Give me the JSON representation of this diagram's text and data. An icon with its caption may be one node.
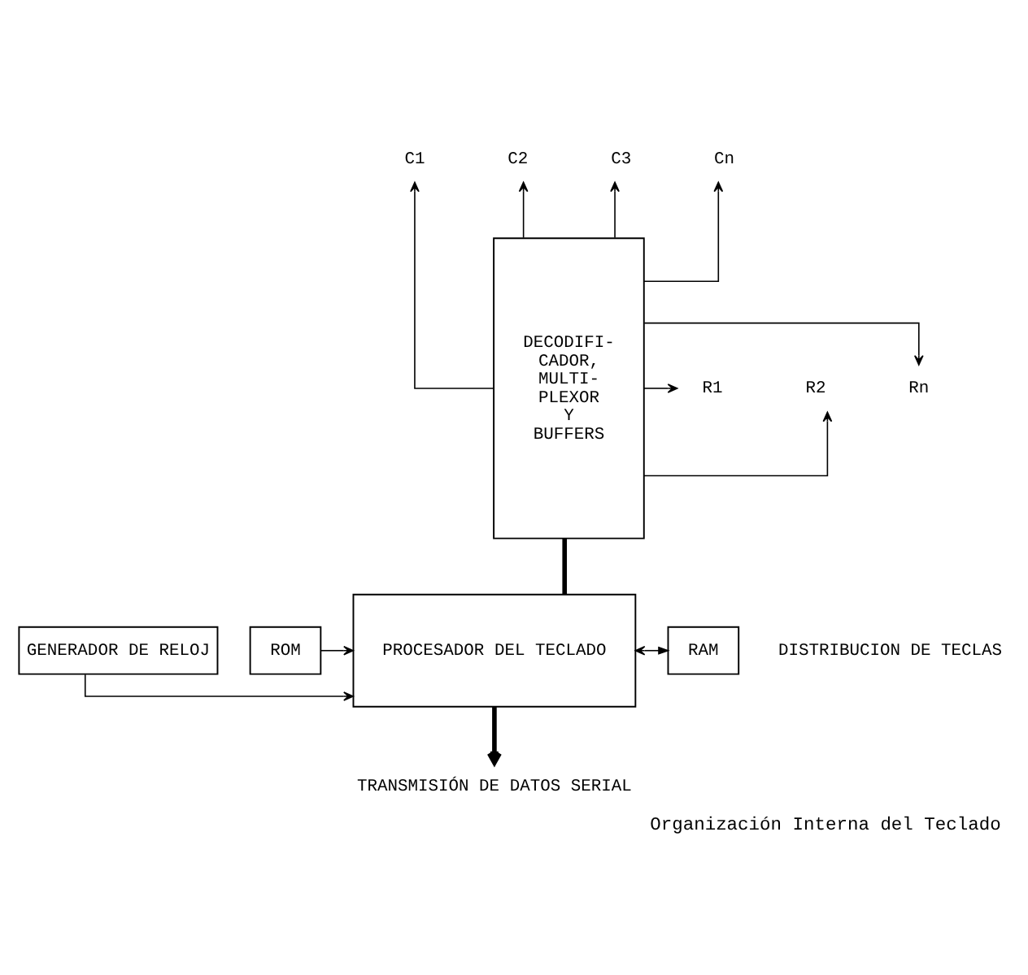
{
  "diagram": {
    "caption": "Organización Interna del Teclado",
    "nodes": [
      {
        "text": [
          "DECODIFI- CADOR, MULTI- PLEXOR Y BUFFERS"
        ]
      },
      {
        "text": [
          "C1"
        ]
      },
      {
        "text": [
          "C2"
        ]
      },
      {
        "text": [
          "C3"
        ]
      },
      {
        "text": [
          "Cn"
        ]
      },
      {
        "text": [
          "R1"
        ]
      },
      {
        "text": [
          "R2"
        ]
      },
      {
        "text": [
          "Rn"
        ]
      },
      {
        "text": [
          "PROCESADOR DEL TECLADO"
        ]
      },
      {
        "text": [
          "GENERADOR DE RELOJ"
        ]
      },
      {
        "text": [
          "ROM"
        ]
      },
      {
        "text": [
          "RAM"
        ]
      },
      {
        "text": [
          "TRANSMISIÓN DE DATOS SERIAL"
        ]
      }
    ],
    "edges": [
      {
        "from": 0,
        "to": 5,
        "arrow": "to"
      },
      {
        "from": 0,
        "to": 6,
        "arrow": "to"
      },
      {
        "from": 0,
        "to": 7,
        "arrow": "to"
      },
      {
        "from": 0,
        "to": 4,
        "arrow": "to"
      },
      {
        "from": 0,
        "to": 3,
        "arrow": "to"
      },
      {
        "from": 0,
        "to": 2,
        "arrow": "to"
      },
      {
        "from": 0,
        "to": 1,
        "arrow": "to"
      },
      {
        "from": 0,
        "to": 8,
        "arrow": "none",
        "style": "thick"
      },
      {
        "from": 9,
        "to": 8,
        "arrow": "to"
      },
      {
        "from": 10,
        "to": 8,
        "arrow": "to"
      },
      {
        "from": 8,
        "to": 11,
        "arrow": "both"
      },
      {
        "from": 8,
        "to": 12,
        "arrow": "to",
        "style": "thick"
      }
    ],
    "labels": [
      "DISTRIBUCION DE TECLAS"
    ]
  }
}
